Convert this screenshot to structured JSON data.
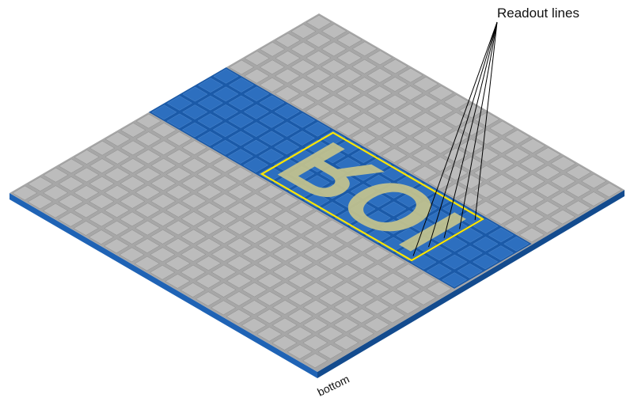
{
  "labels": {
    "readout": "Readout lines",
    "bottom": "bottom",
    "roi": "ROI"
  },
  "grid": {
    "columns": 20,
    "rows": 20
  },
  "roi_band_rows": [
    6,
    11
  ],
  "colors": {
    "pixel_gray": "#bcbcbc",
    "pixel_gray_edge": "#8e8e8e",
    "gap_gray": "#a7a7a7",
    "pixel_blue": "#2d6fbf",
    "gap_blue": "#1b5aa8",
    "substrate_side": "#1f63b5",
    "substrate_dark": "#134b8e",
    "roi_outline": "#ffe600",
    "roi_text": "#c9c58c",
    "leader": "#000000"
  }
}
